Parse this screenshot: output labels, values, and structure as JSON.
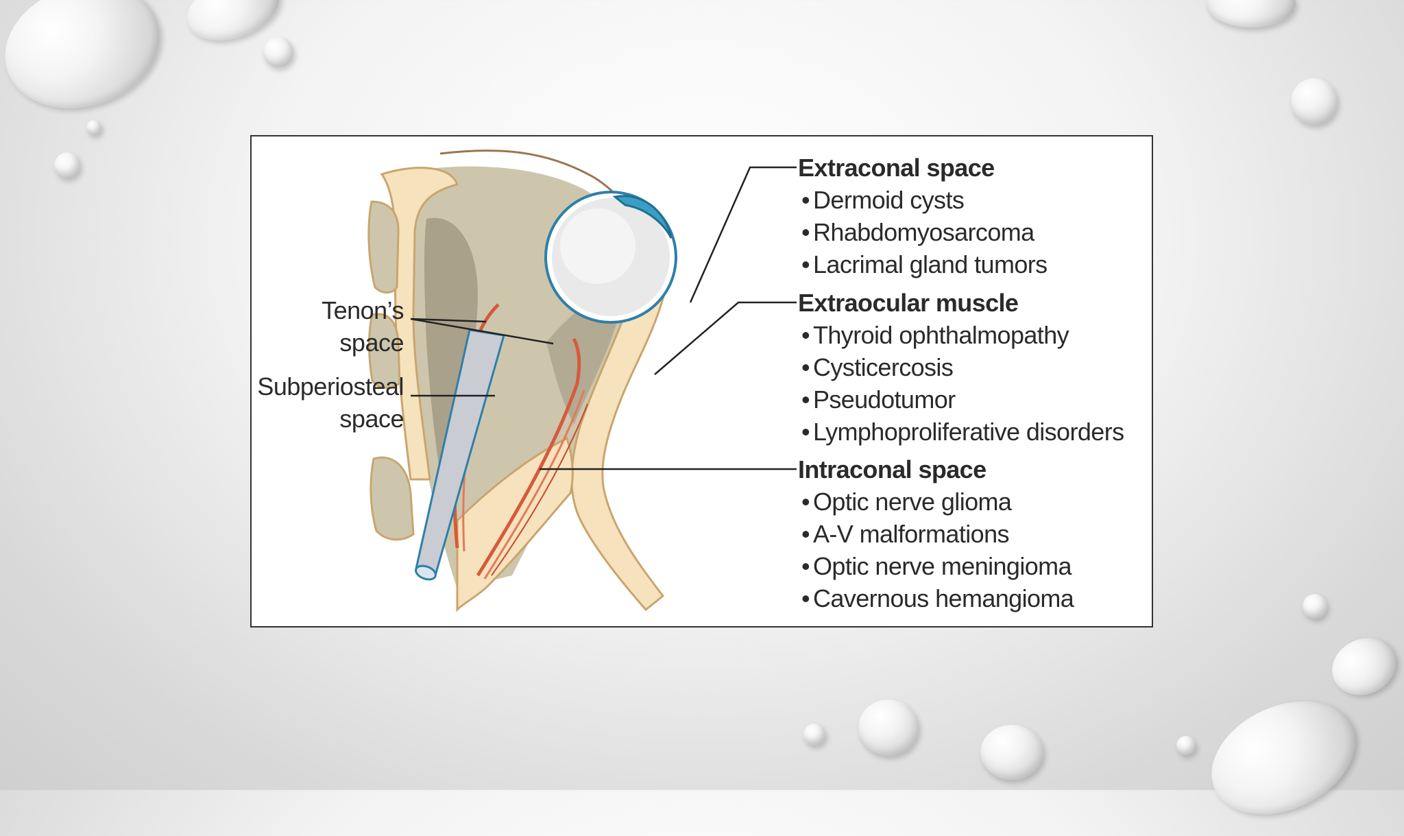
{
  "diagram": {
    "left_labels": {
      "tenons_line1": "Tenon’s",
      "tenons_line2": "space",
      "subperiosteal_line1": "Subperiosteal",
      "subperiosteal_line2": "space"
    },
    "groups": [
      {
        "heading": "Extraconal space",
        "items": [
          "Dermoid cysts",
          "Rhabdomyosarcoma",
          "Lacrimal gland tumors"
        ]
      },
      {
        "heading": "Extraocular muscle",
        "items": [
          "Thyroid ophthalmopathy",
          "Cysticercosis",
          "Pseudotumor",
          "Lymphoproliferative disorders"
        ]
      },
      {
        "heading": "Intraconal space",
        "items": [
          "Optic nerve glioma",
          "A-V malformations",
          "Optic nerve meningioma",
          "Cavernous hemangioma"
        ]
      }
    ],
    "bullet": "•"
  },
  "colors": {
    "bone": "#f6e2bd",
    "bone_outline": "#c9a56e",
    "orbit_fat": "#c9c1a9",
    "shadow": "#a89f89",
    "muscle": "#d65a3c",
    "nerve": "#c9ccd3",
    "nerve_outline": "#2f7fa8",
    "globe": "#e9e9e9",
    "cornea": "#3a9fc3"
  }
}
